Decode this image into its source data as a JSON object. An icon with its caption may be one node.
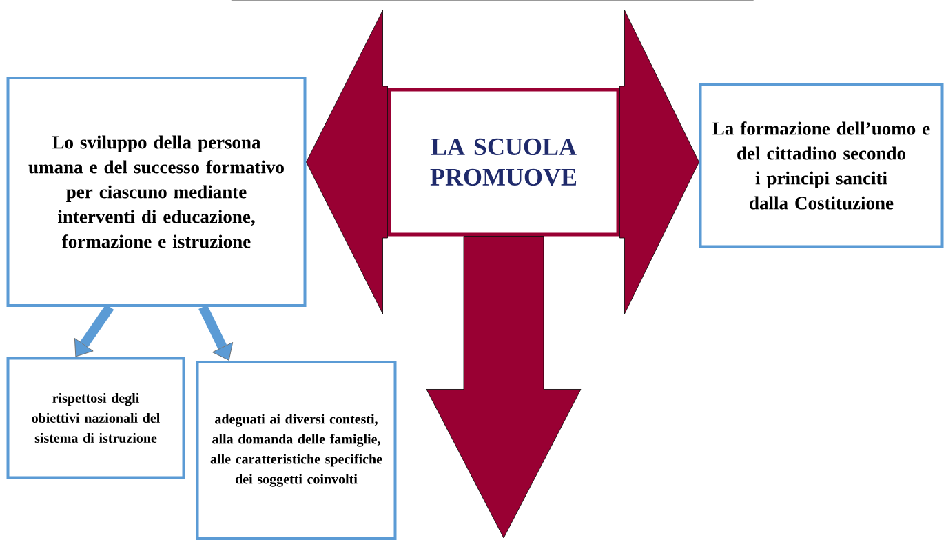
{
  "diagram": {
    "nodes": [
      {
        "text": [
          "LA SCUOLA PROMUOVE"
        ]
      },
      {
        "text": [
          "Lo sviluppo della persona umana e del successo formativo per ciascuno mediante interventi di educazione, formazione e istruzione"
        ]
      },
      {
        "text": [
          "La formazione dell’uomo e del cittadino secondo i principi sanciti dalla Costituzione"
        ]
      },
      {
        "text": [
          "rispettosi degli obiettivi nazionali del sistema di istruzione"
        ]
      },
      {
        "text": [
          "adeguati ai diversi contesti, alla domanda delle famiglie, alle caratteristiche specifiche dei soggetti coinvolti"
        ]
      }
    ],
    "edges": [
      {
        "from": 0,
        "to": 1,
        "arrow": "to"
      },
      {
        "from": 0,
        "to": 2,
        "arrow": "to"
      },
      {
        "from": 0,
        "to": null,
        "arrow": "to"
      },
      {
        "from": 1,
        "to": 3,
        "arrow": "to",
        "color": "#5b9bd5"
      },
      {
        "from": 1,
        "to": 4,
        "arrow": "to",
        "color": "#5b9bd5"
      }
    ]
  }
}
